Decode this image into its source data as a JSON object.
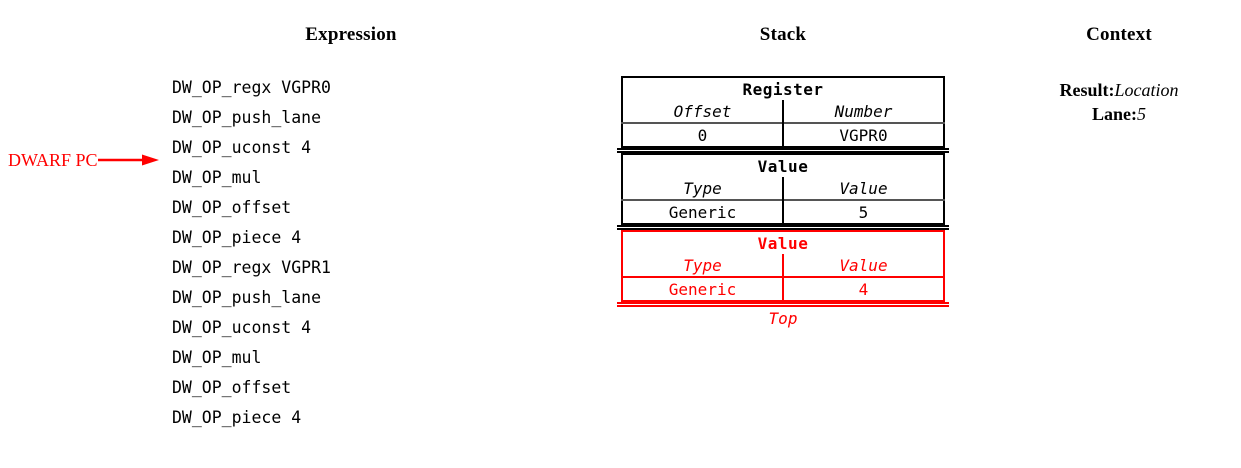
{
  "headings": {
    "expression": "Expression",
    "stack": "Stack",
    "context": "Context"
  },
  "annotation": {
    "pc_label": "DWARF PC",
    "color": "#ff0000",
    "points_at_line_index": 3
  },
  "expression": {
    "lines": [
      "DW_OP_regx VGPR0",
      "DW_OP_push_lane",
      "DW_OP_uconst 4",
      "DW_OP_mul",
      "DW_OP_offset",
      "DW_OP_piece 4",
      "DW_OP_regx VGPR1",
      "DW_OP_push_lane",
      "DW_OP_uconst 4",
      "DW_OP_mul",
      "DW_OP_offset",
      "DW_OP_piece 4"
    ]
  },
  "stack": {
    "top_label": "Top",
    "entries": [
      {
        "title": "Register",
        "columns": [
          "Offset",
          "Number"
        ],
        "values": [
          "0",
          "VGPR0"
        ],
        "highlight": false
      },
      {
        "title": "Value",
        "columns": [
          "Type",
          "Value"
        ],
        "values": [
          "Generic",
          "5"
        ],
        "highlight": false
      },
      {
        "title": "Value",
        "columns": [
          "Type",
          "Value"
        ],
        "values": [
          "Generic",
          "4"
        ],
        "highlight": true
      }
    ]
  },
  "context": {
    "rows": [
      {
        "key": "Result:",
        "value": "Location"
      },
      {
        "key": "Lane:",
        "value": "5"
      }
    ]
  }
}
